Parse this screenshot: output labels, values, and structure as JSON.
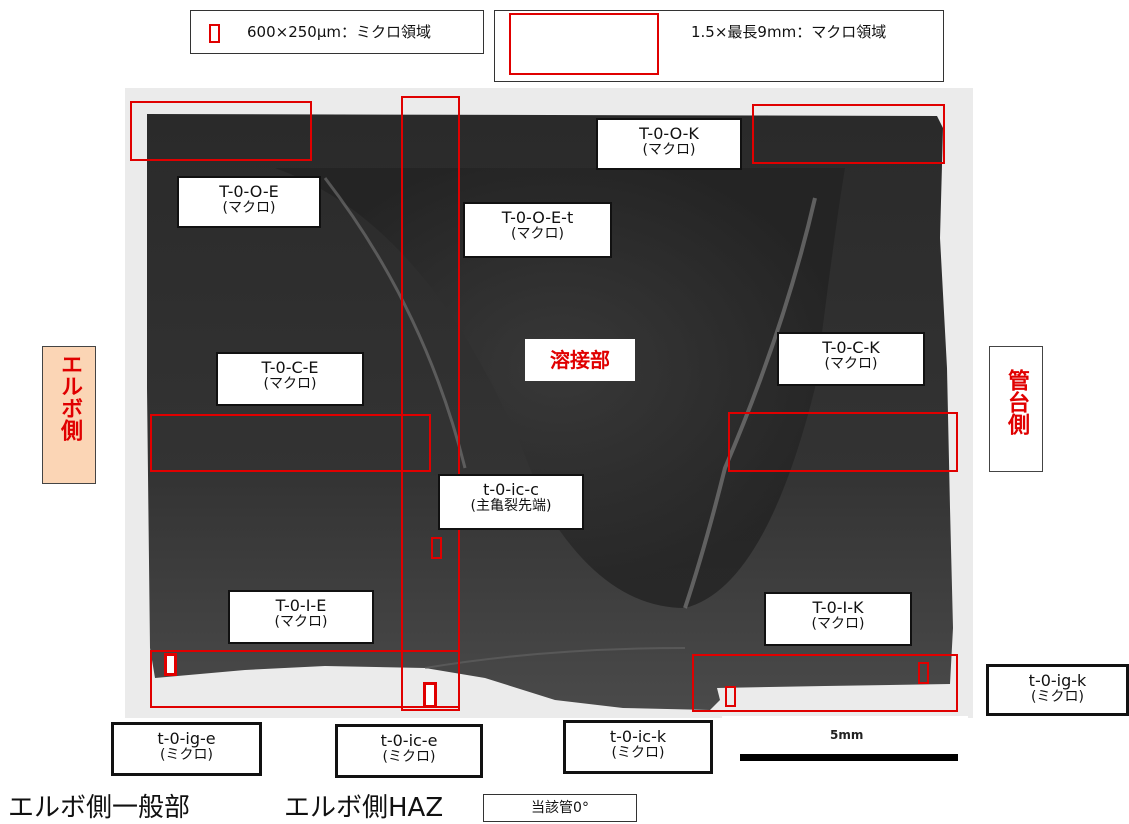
{
  "legend": {
    "micro_text": "600×250μm：ミクロ領域",
    "macro_text": "1.5×最長9mm：マクロ領域",
    "region_color": "#e00000"
  },
  "labels": {
    "t0oe": {
      "name": "T-0-O-E",
      "sub": "(マクロ)"
    },
    "t0oet": {
      "name": "T-0-O-E-t",
      "sub": "(マクロ)"
    },
    "t0ok": {
      "name": "T-0-O-K",
      "sub": "(マクロ)"
    },
    "t0ce": {
      "name": "T-0-C-E",
      "sub": "(マクロ)"
    },
    "t0ck": {
      "name": "T-0-C-K",
      "sub": "(マクロ)"
    },
    "t0icc": {
      "name": "t-0-ic-c",
      "sub": "(主亀裂先端)"
    },
    "t0ie": {
      "name": "T-0-I-E",
      "sub": "(マクロ)"
    },
    "t0ik": {
      "name": "T-0-I-K",
      "sub": "(マクロ)"
    },
    "t0igk": {
      "name": "t-0-ig-k",
      "sub": "(ミクロ)"
    },
    "t0ige": {
      "name": "t-0-ig-e",
      "sub": "(ミクロ)"
    },
    "t0ice": {
      "name": "t-0-ic-e",
      "sub": "(ミクロ)"
    },
    "t0ick": {
      "name": "t-0-ic-k",
      "sub": "(ミクロ)"
    }
  },
  "weld_label": "溶接部",
  "elbow_side": "エルボ側",
  "pipe_side": "管台側",
  "bottom": {
    "elbow_general": "エルボ側一般部",
    "elbow_haz": "エルボ側HAZ",
    "pipe_ref": "当該管0°"
  },
  "scale_label": "5mm"
}
